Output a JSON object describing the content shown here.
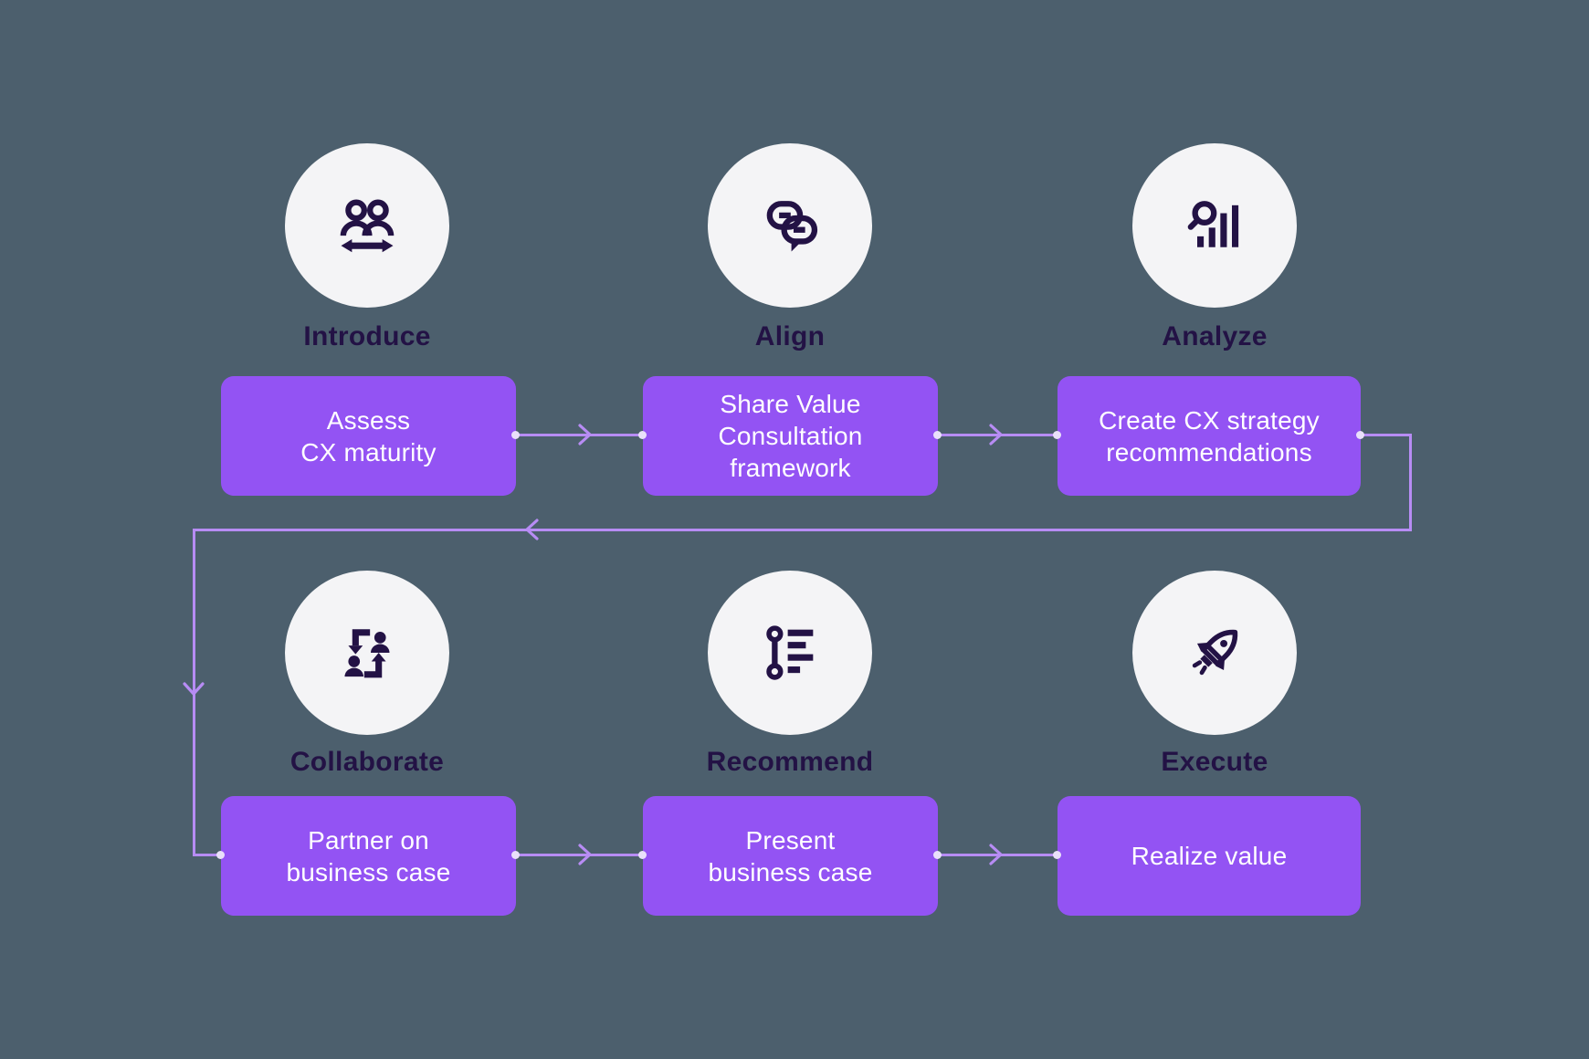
{
  "colors": {
    "background": "#4C5F6D",
    "box_purple": "#9353F3",
    "connector_purple": "#B78CF4",
    "ink_navy": "#231245",
    "circle_fill": "#F4F4F6",
    "box_text": "#FFFFFF",
    "dot": "#E9E0FA"
  },
  "steps": [
    {
      "label": "Introduce",
      "icon": "people-exchange-icon",
      "box_lines": [
        "Assess",
        "CX maturity"
      ]
    },
    {
      "label": "Align",
      "icon": "chat-bubbles-icon",
      "box_lines": [
        "Share Value",
        "Consultation",
        "framework"
      ]
    },
    {
      "label": "Analyze",
      "icon": "search-bar-chart-icon",
      "box_lines": [
        "Create CX strategy",
        "recommendations"
      ]
    },
    {
      "label": "Collaborate",
      "icon": "people-exchange-cycle-icon",
      "box_lines": [
        "Partner on",
        "business case"
      ]
    },
    {
      "label": "Recommend",
      "icon": "milestone-list-icon",
      "box_lines": [
        "Present",
        "business case"
      ]
    },
    {
      "label": "Execute",
      "icon": "rocket-icon",
      "box_lines": [
        "Realize value"
      ]
    }
  ],
  "edges": [
    {
      "from": "Assess CX maturity",
      "to": "Share Value Consultation framework",
      "shape": "straight-right"
    },
    {
      "from": "Share Value Consultation framework",
      "to": "Create CX strategy recommendations",
      "shape": "straight-right"
    },
    {
      "from": "Create CX strategy recommendations",
      "to": "Partner on business case",
      "shape": "elbow-right-down-left-down-right"
    },
    {
      "from": "Partner on business case",
      "to": "Present business case",
      "shape": "straight-right"
    },
    {
      "from": "Present business case",
      "to": "Realize value",
      "shape": "straight-right"
    }
  ]
}
